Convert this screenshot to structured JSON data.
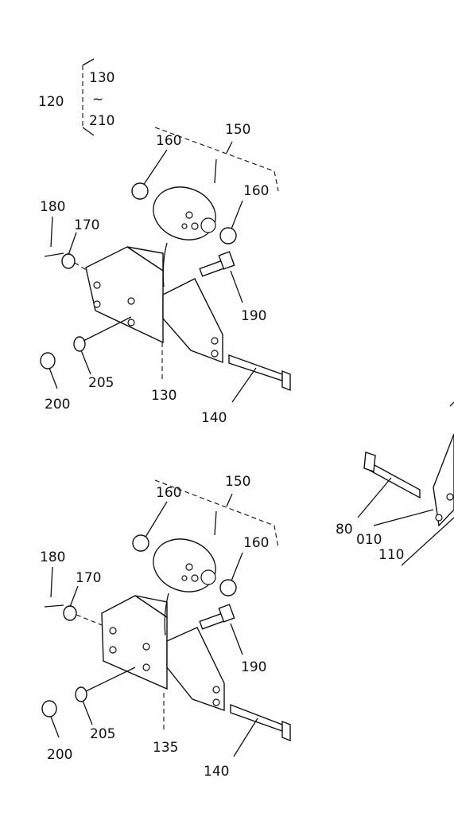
{
  "group_label": {
    "main": "120",
    "range_start": "130",
    "range_sep": "~",
    "range_end": "210"
  },
  "upper_assembly": {
    "labels": {
      "p160_left": "160",
      "p150": "150",
      "p160_right": "160",
      "p180": "180",
      "p170": "170",
      "p190": "190",
      "p205": "205",
      "p200": "200",
      "p130": "130",
      "p140": "140"
    }
  },
  "lower_assembly": {
    "labels": {
      "p160_left": "160",
      "p150": "150",
      "p160_right": "160",
      "p180": "180",
      "p170": "170",
      "p190": "190",
      "p205": "205",
      "p200": "200",
      "p135": "135",
      "p140": "140"
    }
  },
  "right_partial": {
    "labels": {
      "p80": "80",
      "p010": "010",
      "p110": "110"
    }
  }
}
